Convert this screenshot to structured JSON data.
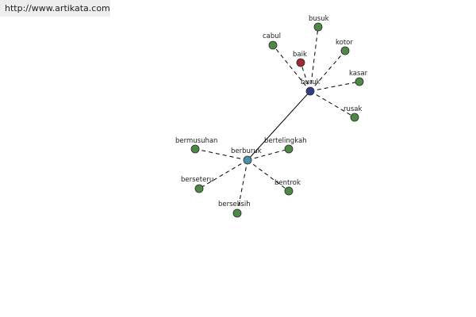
{
  "header": {
    "url": "http://www.artikata.com"
  },
  "colors": {
    "hub_primary": "#2f3f86",
    "hub_secondary": "#4f8fa6",
    "antonym": "#9c2c34",
    "synonym": "#4c8a44",
    "node_stroke": "#2a2a2a",
    "edge": "#000000",
    "url_bg": "#eeeeee"
  },
  "graph": {
    "nodes": [
      {
        "id": "buruk",
        "label": "buruk",
        "kind": "hub_primary"
      },
      {
        "id": "berburuk",
        "label": "berburuk",
        "kind": "hub_secondary"
      },
      {
        "id": "baik",
        "label": "baik",
        "kind": "antonym"
      },
      {
        "id": "busuk",
        "label": "busuk",
        "kind": "synonym"
      },
      {
        "id": "cabul",
        "label": "cabul",
        "kind": "synonym"
      },
      {
        "id": "kotor",
        "label": "kotor",
        "kind": "synonym"
      },
      {
        "id": "kasar",
        "label": "kasar",
        "kind": "synonym"
      },
      {
        "id": "rusak",
        "label": "rusak",
        "kind": "synonym"
      },
      {
        "id": "bermusuhan",
        "label": "bermusuhan",
        "kind": "synonym"
      },
      {
        "id": "bertelingkah",
        "label": "bertelingkah",
        "kind": "synonym"
      },
      {
        "id": "berseteru",
        "label": "berseteru",
        "kind": "synonym"
      },
      {
        "id": "bentrok",
        "label": "bentrok",
        "kind": "synonym"
      },
      {
        "id": "berselisih",
        "label": "berselisih",
        "kind": "synonym"
      }
    ],
    "edges": [
      {
        "from": "buruk",
        "to": "berburuk",
        "style": "solid"
      },
      {
        "from": "buruk",
        "to": "baik",
        "style": "dashed"
      },
      {
        "from": "buruk",
        "to": "busuk",
        "style": "dashed"
      },
      {
        "from": "buruk",
        "to": "cabul",
        "style": "dashed"
      },
      {
        "from": "buruk",
        "to": "kotor",
        "style": "dashed"
      },
      {
        "from": "buruk",
        "to": "kasar",
        "style": "dashed"
      },
      {
        "from": "buruk",
        "to": "rusak",
        "style": "dashed"
      },
      {
        "from": "berburuk",
        "to": "bermusuhan",
        "style": "dashed"
      },
      {
        "from": "berburuk",
        "to": "bertelingkah",
        "style": "dashed"
      },
      {
        "from": "berburuk",
        "to": "berseteru",
        "style": "dashed"
      },
      {
        "from": "berburuk",
        "to": "bentrok",
        "style": "dashed"
      },
      {
        "from": "berburuk",
        "to": "berselisih",
        "style": "dashed"
      }
    ]
  }
}
